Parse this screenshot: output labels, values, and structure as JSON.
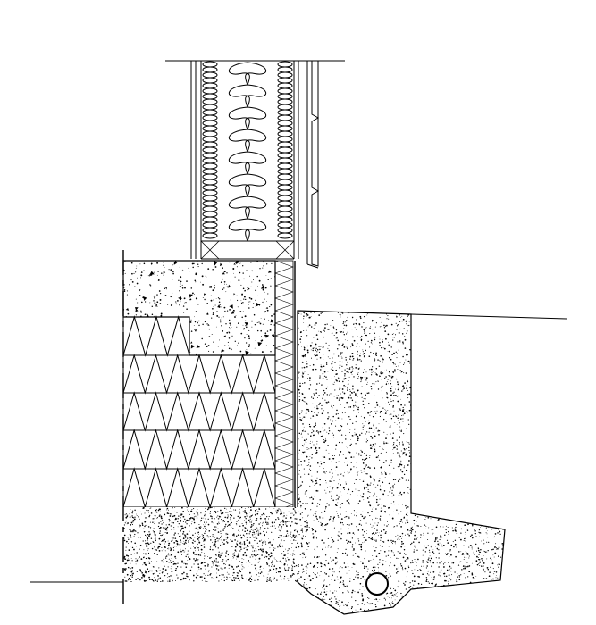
{
  "drawing": {
    "subject": "",
    "line_color": "#000000",
    "background_color": "#ffffff",
    "fill_patterns": [
      "batt-insulation",
      "rigid-insulation",
      "concrete-stipple",
      "gravel-stipple"
    ],
    "components": [
      {
        "name": "stud-wall"
      },
      {
        "name": "batt-insulation"
      },
      {
        "name": "exterior-siding"
      },
      {
        "name": "concrete-slab"
      },
      {
        "name": "rigid-insulation-blocks"
      },
      {
        "name": "vertical-insulation-board"
      },
      {
        "name": "compacted-backfill"
      },
      {
        "name": "gravel-base"
      },
      {
        "name": "drain-pipe"
      },
      {
        "name": "finished-grade-line"
      },
      {
        "name": "footing-grade-line"
      }
    ]
  }
}
